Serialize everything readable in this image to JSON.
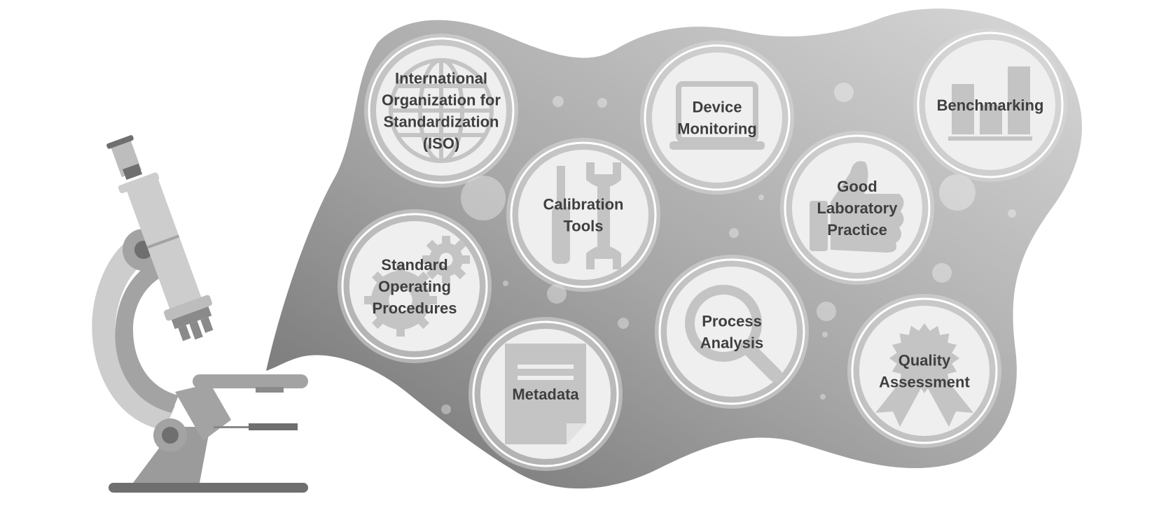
{
  "nodes": [
    {
      "id": "iso",
      "lines": [
        "International",
        "Organization for",
        "Standardization",
        "(ISO)"
      ],
      "icon": "globe-icon"
    },
    {
      "id": "device-monitoring",
      "lines": [
        "Device",
        "Monitoring"
      ],
      "icon": "laptop-icon"
    },
    {
      "id": "benchmarking",
      "lines": [
        "Benchmarking"
      ],
      "icon": "bar-chart-icon"
    },
    {
      "id": "calibration-tools",
      "lines": [
        "Calibration",
        "Tools"
      ],
      "icon": "wrench-screwdriver-icon"
    },
    {
      "id": "good-laboratory-practice",
      "lines": [
        "Good",
        "Laboratory",
        "Practice"
      ],
      "icon": "thumbs-up-icon"
    },
    {
      "id": "standard-operating-procedures",
      "lines": [
        "Standard",
        "Operating",
        "Procedures"
      ],
      "icon": "gears-icon"
    },
    {
      "id": "process-analysis",
      "lines": [
        "Process",
        "Analysis"
      ],
      "icon": "magnifier-icon"
    },
    {
      "id": "metadata",
      "lines": [
        "Metadata"
      ],
      "icon": "document-icon"
    },
    {
      "id": "quality-assessment",
      "lines": [
        "Quality",
        "Assessment"
      ],
      "icon": "award-ribbon-icon"
    }
  ],
  "colors": {
    "blob_dark": "#7a7a7a",
    "blob_light": "#cfcfcf",
    "circle_fill": "#efefef",
    "circle_ring": "#ffffff",
    "icon": "#c4c4c4",
    "text": "#3f3f3f",
    "microscope_dark": "#6f6f6f",
    "microscope_mid": "#a3a3a3",
    "microscope_light": "#cdcdcd"
  }
}
